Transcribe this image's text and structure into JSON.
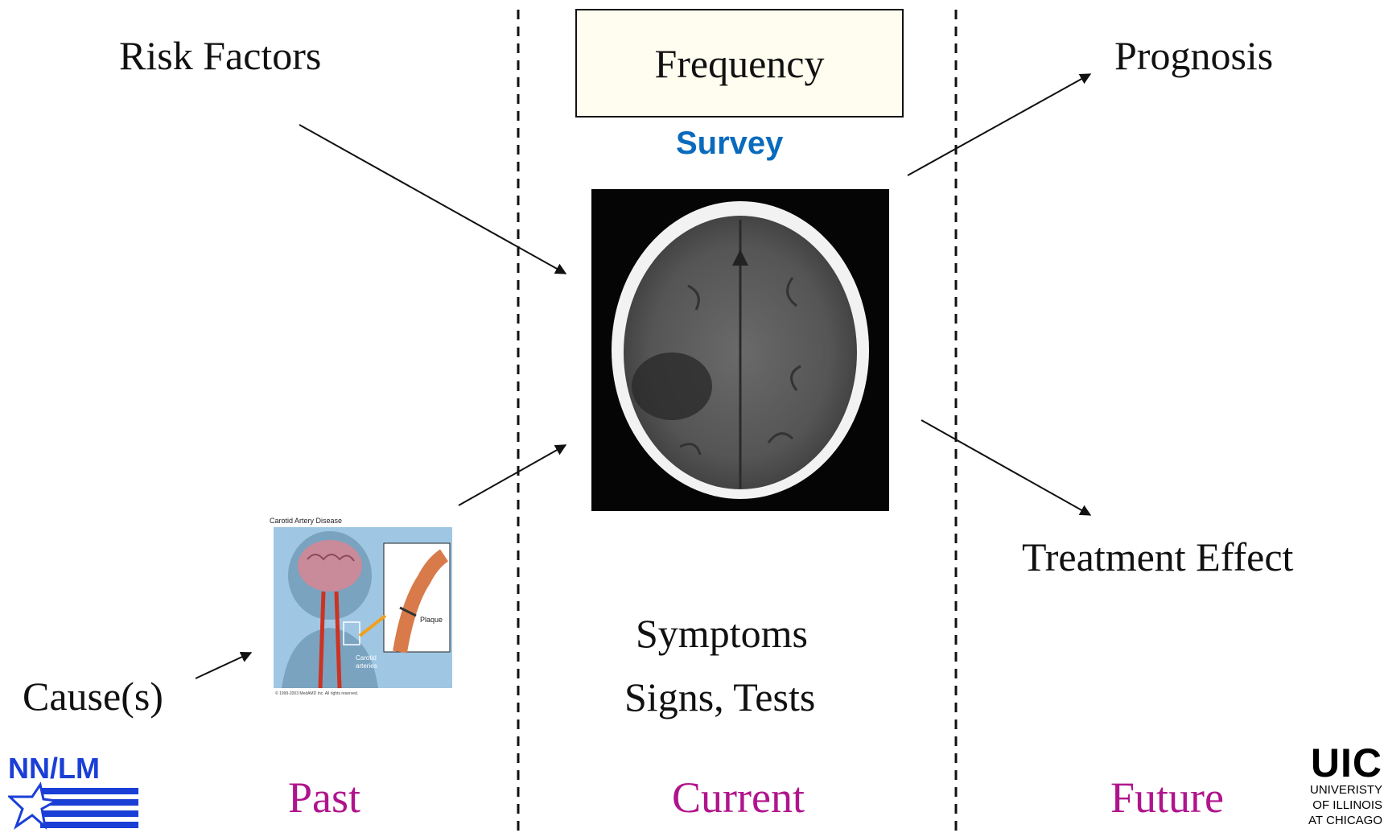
{
  "labels": {
    "risk_factors": "Risk Factors",
    "frequency": "Frequency",
    "survey": "Survey",
    "prognosis": "Prognosis",
    "treatment_effect": "Treatment Effect",
    "causes": "Cause(s)",
    "symptoms": "Symptoms",
    "signs_tests": "Signs, Tests"
  },
  "timeline": {
    "past": "Past",
    "current": "Current",
    "future": "Future"
  },
  "carotid_figure": {
    "title": "Carotid Artery Disease",
    "plaque": "Plaque",
    "carotid": "Carotid",
    "arteries": "arteries",
    "copyright": "© 1999-2003 MedAMD Inc. All rights reserved."
  },
  "logos": {
    "nnlm": "NN/LM",
    "uic": "UIC",
    "uic_line1": "UNIVERISTY",
    "uic_line2": "OF ILLINOIS",
    "uic_line3": "AT CHICAGO"
  },
  "colors": {
    "timeline": "#b0148c",
    "survey": "#0a6bbd",
    "nnlm": "#1a3fd6"
  }
}
